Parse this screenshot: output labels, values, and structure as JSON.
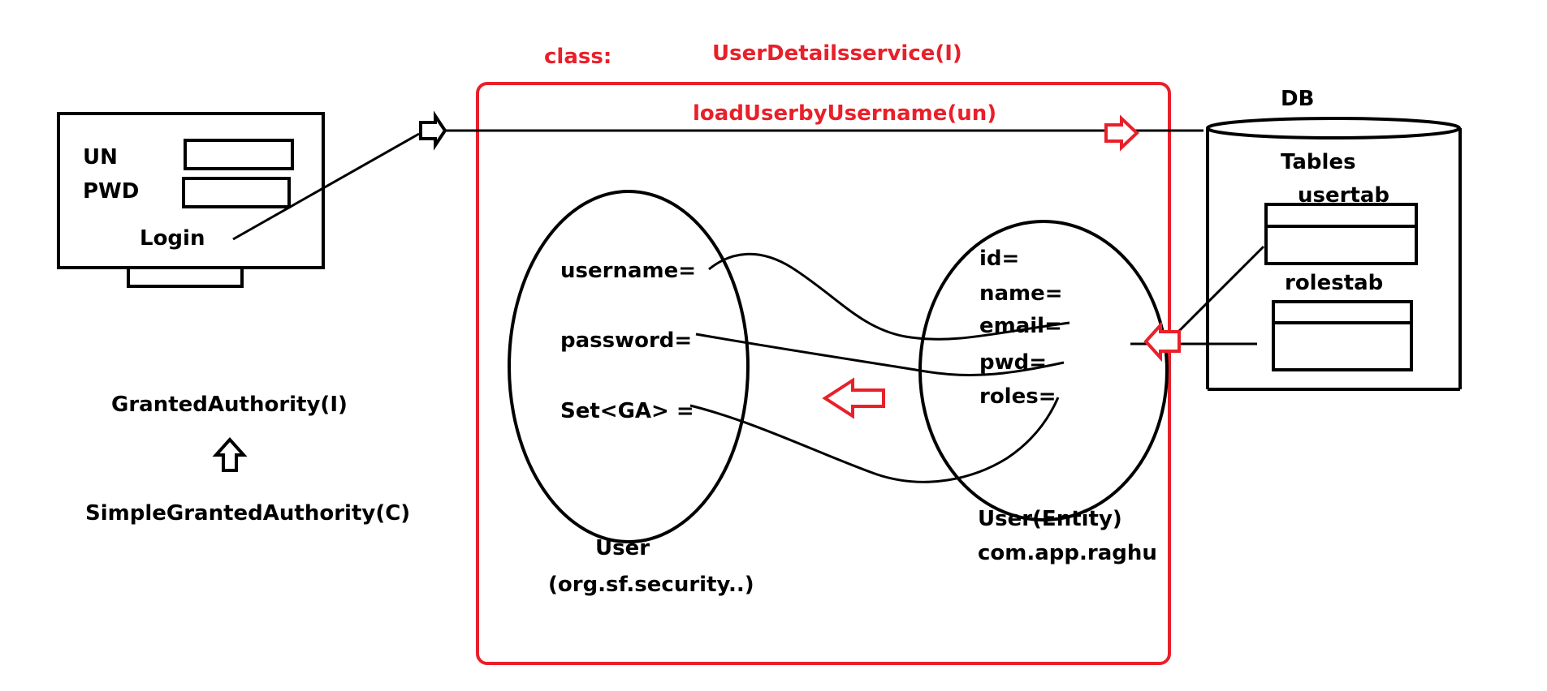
{
  "colors": {
    "ink": "#000000",
    "accent": "#e8202a",
    "background": "#ffffff"
  },
  "service": {
    "class_label": "class:",
    "interface_label": "UserDetailsservice(I)",
    "method_label": "loadUserbyUsername(un)"
  },
  "login_screen": {
    "un_label": "UN",
    "pwd_label": "PWD",
    "login_label": "Login"
  },
  "authority": {
    "interface_label": "GrantedAuthority(I)",
    "class_label": "SimpleGrantedAuthority(C)"
  },
  "security_user": {
    "fields": [
      "username=",
      "password=",
      "Set<GA> ="
    ],
    "title": "User",
    "package": "(org.sf.security..)"
  },
  "entity_user": {
    "fields": [
      "id=",
      "name=",
      "email=",
      "pwd=",
      "roles="
    ],
    "title": "User(Entity)",
    "package": "com.app.raghu"
  },
  "database": {
    "label": "DB",
    "tables_label": "Tables",
    "tables": [
      "usertab",
      "rolestab"
    ]
  }
}
